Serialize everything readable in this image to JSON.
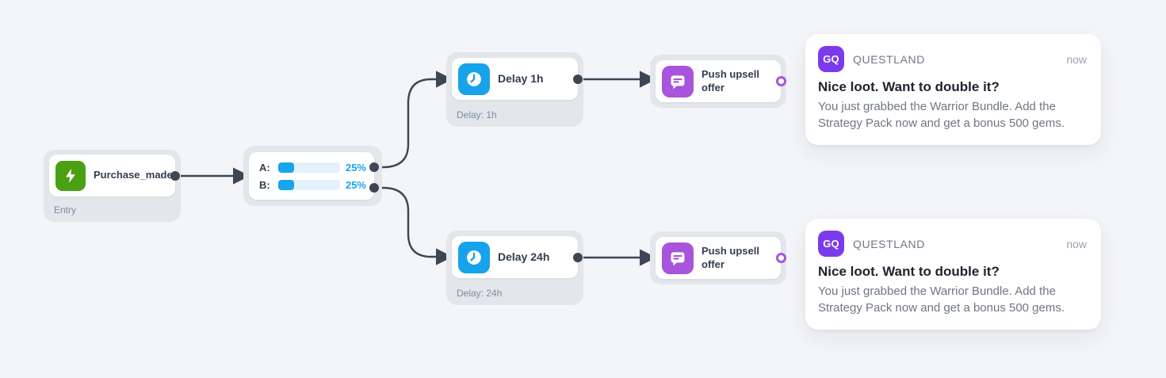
{
  "colors": {
    "background": "#f4f5f8",
    "node_shell": "#e3e6eb",
    "connector": "#3e4654",
    "accent_blue": "#18a5ec",
    "accent_green": "#4a9f12",
    "accent_purple": "#a854dc",
    "avatar_purple": "#7c3aed"
  },
  "icons": {
    "entry": "lightning-bolt",
    "delay": "clock",
    "push": "chat-bubble"
  },
  "flow": {
    "entry": {
      "title": "Purchase_made",
      "badge": "Entry"
    },
    "ab_split": {
      "rows": [
        {
          "label": "A:",
          "percent": "25%",
          "value": 25
        },
        {
          "label": "B:",
          "percent": "25%",
          "value": 25
        }
      ]
    },
    "delay_1h": {
      "title": "Delay 1h",
      "badge": "Delay: 1h"
    },
    "delay_24h": {
      "title": "Delay 24h",
      "badge": "Delay: 24h"
    },
    "push_top": {
      "title": "Push upsell offer"
    },
    "push_bottom": {
      "title": "Push upsell offer"
    }
  },
  "notifications": [
    {
      "avatar": "GQ",
      "app": "QUESTLAND",
      "time": "now",
      "title": "Nice loot. Want to double it?",
      "body": "You just grabbed the Warrior Bundle. Add the Strategy Pack now and get a bonus 500 gems."
    },
    {
      "avatar": "GQ",
      "app": "QUESTLAND",
      "time": "now",
      "title": "Nice loot. Want to double it?",
      "body": "You just grabbed the Warrior Bundle. Add the Strategy Pack now and get a bonus 500 gems."
    }
  ]
}
